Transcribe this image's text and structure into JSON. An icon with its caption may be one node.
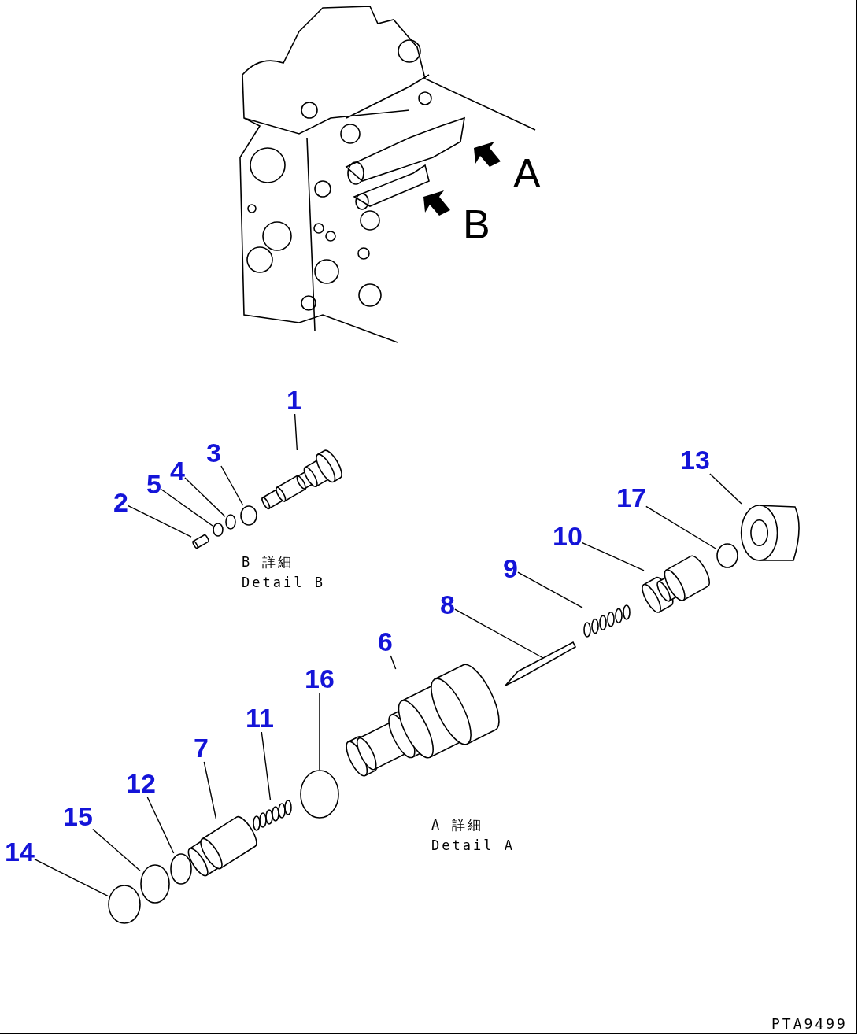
{
  "diagram": {
    "nodes": [
      {
        "text": [
          "1"
        ]
      },
      {
        "text": [
          "2"
        ]
      },
      {
        "text": [
          "3"
        ]
      },
      {
        "text": [
          "4"
        ]
      },
      {
        "text": [
          "5"
        ]
      },
      {
        "text": [
          "6"
        ]
      },
      {
        "text": [
          "7"
        ]
      },
      {
        "text": [
          "8"
        ]
      },
      {
        "text": [
          "9"
        ]
      },
      {
        "text": [
          "10"
        ]
      },
      {
        "text": [
          "11"
        ]
      },
      {
        "text": [
          "12"
        ]
      },
      {
        "text": [
          "13"
        ]
      },
      {
        "text": [
          "14"
        ]
      },
      {
        "text": [
          "15"
        ]
      },
      {
        "text": [
          "16"
        ]
      },
      {
        "text": [
          "17"
        ]
      },
      {
        "text": [],
        "shape": "picture"
      },
      {
        "text": [],
        "shape": "picture"
      },
      {
        "text": [],
        "shape": "circle"
      },
      {
        "text": [],
        "shape": "circle"
      },
      {
        "text": [],
        "shape": "circle"
      },
      {
        "text": [],
        "shape": "picture"
      },
      {
        "text": [],
        "shape": "picture"
      },
      {
        "text": [],
        "shape": "picture"
      },
      {
        "text": [],
        "shape": "picture"
      },
      {
        "text": [],
        "shape": "picture"
      },
      {
        "text": [],
        "shape": "picture"
      },
      {
        "text": [],
        "shape": "circle"
      },
      {
        "text": [],
        "shape": "picture"
      },
      {
        "text": [],
        "shape": "circle"
      },
      {
        "text": [],
        "shape": "circle"
      },
      {
        "text": [],
        "shape": "circle"
      },
      {
        "text": [],
        "shape": "circle"
      }
    ],
    "edges": [
      {
        "from": 0,
        "to": 17,
        "arrow": "none"
      },
      {
        "from": 1,
        "to": 18,
        "arrow": "none"
      },
      {
        "from": 2,
        "to": 19,
        "arrow": "none"
      },
      {
        "from": 3,
        "to": 20,
        "arrow": "none"
      },
      {
        "from": 4,
        "to": 21,
        "arrow": "none"
      },
      {
        "from": 5,
        "to": 22,
        "arrow": "none"
      },
      {
        "from": 6,
        "to": 23,
        "arrow": "none"
      },
      {
        "from": 7,
        "to": 24,
        "arrow": "none"
      },
      {
        "from": 8,
        "to": 25,
        "arrow": "none"
      },
      {
        "from": 9,
        "to": 26,
        "arrow": "none"
      },
      {
        "from": 10,
        "to": 27,
        "arrow": "none"
      },
      {
        "from": 11,
        "to": 28,
        "arrow": "none"
      },
      {
        "from": 12,
        "to": 29,
        "arrow": "none"
      },
      {
        "from": 13,
        "to": 30,
        "arrow": "none"
      },
      {
        "from": 14,
        "to": 31,
        "arrow": "none"
      },
      {
        "from": 15,
        "to": 32,
        "arrow": "none"
      },
      {
        "from": 16,
        "to": 33,
        "arrow": "none"
      }
    ],
    "labels": [
      "A",
      "B",
      "B 詳細",
      "Detail B",
      "A 詳細",
      "Detail A",
      "PTA9499"
    ]
  }
}
